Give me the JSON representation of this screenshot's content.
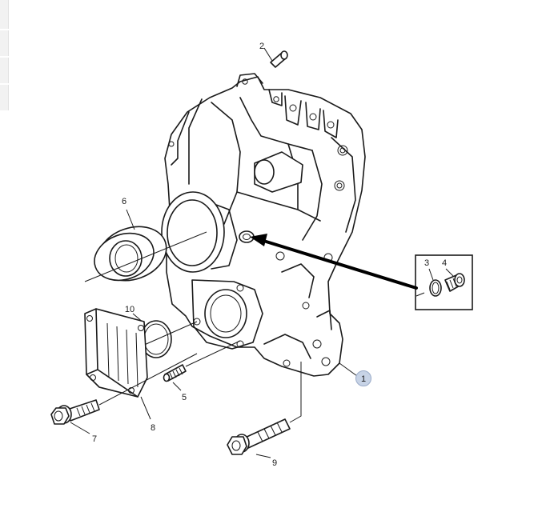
{
  "callouts": {
    "c1": "1",
    "c2": "2",
    "c3": "3",
    "c4": "4",
    "c5": "5",
    "c6": "6",
    "c7": "7",
    "c8": "8",
    "c9": "9",
    "c10": "10"
  },
  "colors": {
    "line": "#1a1a1a",
    "highlight_badge": "#c7d3e6",
    "background": "#ffffff"
  }
}
